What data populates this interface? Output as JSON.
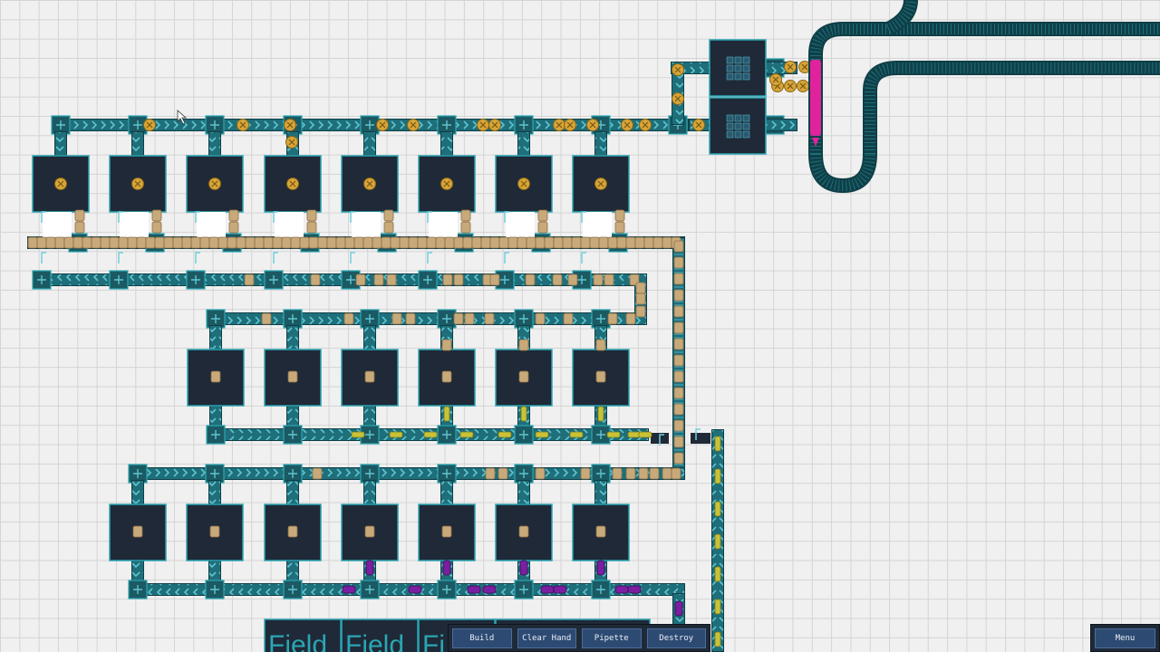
{
  "toolbar": {
    "build_label": "Build",
    "clear_hand_label": "Clear Hand",
    "pipette_label": "Pipette",
    "destroy_label": "Destroy"
  },
  "menu": {
    "menu_label": "Menu"
  },
  "fields": {
    "labels": [
      "Field",
      "Field",
      "Fi"
    ]
  },
  "colors": {
    "belt": "#1e6f7a",
    "belt_edge": "#0f3f47",
    "machine": "#1f2937",
    "machine_edge": "#2aa6b3",
    "grain": "#d6a53a",
    "flour": "#c8a97a",
    "wheat": "#c8c23a",
    "grape": "#7a1fa0",
    "pink": "#e0229c"
  },
  "icons": [
    "grain-icon",
    "flour-sack-icon",
    "wheat-icon",
    "grape-icon",
    "inserter-arrow-icon",
    "cursor-icon"
  ]
}
